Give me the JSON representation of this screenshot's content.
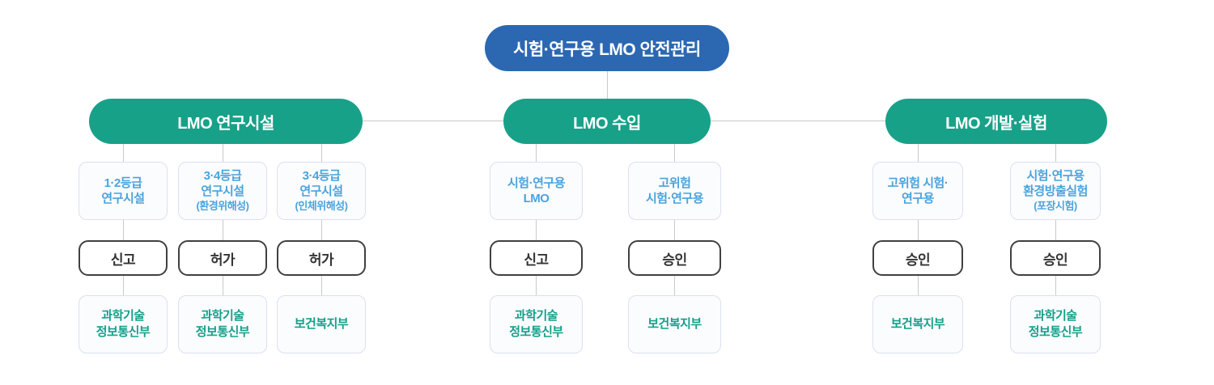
{
  "root": {
    "label": "시험·연구용 LMO 안전관리"
  },
  "sections": [
    {
      "label": "LMO 연구시설",
      "columns": [
        {
          "category": [
            "1·2등급",
            "연구시설"
          ],
          "action": "신고",
          "agency": [
            "과학기술",
            "정보통신부"
          ]
        },
        {
          "category": [
            "3·4등급",
            "연구시설",
            "(환경위해성)"
          ],
          "action": "허가",
          "agency": [
            "과학기술",
            "정보통신부"
          ]
        },
        {
          "category": [
            "3·4등급",
            "연구시설",
            "(인체위해성)"
          ],
          "action": "허가",
          "agency": [
            "보건복지부"
          ]
        }
      ]
    },
    {
      "label": "LMO 수입",
      "columns": [
        {
          "category": [
            "시험·연구용",
            "LMO"
          ],
          "action": "신고",
          "agency": [
            "과학기술",
            "정보통신부"
          ]
        },
        {
          "category": [
            "고위험",
            "시험·연구용"
          ],
          "action": "승인",
          "agency": [
            "보건복지부"
          ]
        }
      ]
    },
    {
      "label": "LMO 개발·실험",
      "columns": [
        {
          "category": [
            "고위험 시험·",
            "연구용"
          ],
          "action": "승인",
          "agency": [
            "보건복지부"
          ]
        },
        {
          "category": [
            "시험·연구용",
            "환경방출실험",
            "(포장시험)"
          ],
          "action": "승인",
          "agency": [
            "과학기술",
            "정보통신부"
          ]
        }
      ]
    }
  ],
  "colors": {
    "root_pill": "#2c68b2",
    "section_pill": "#18a189",
    "category_text": "#4aa3dc",
    "agency_text": "#14a08a",
    "action_border": "#404040",
    "box_border": "#dbe0f2",
    "connector": "#c9c9c9"
  }
}
